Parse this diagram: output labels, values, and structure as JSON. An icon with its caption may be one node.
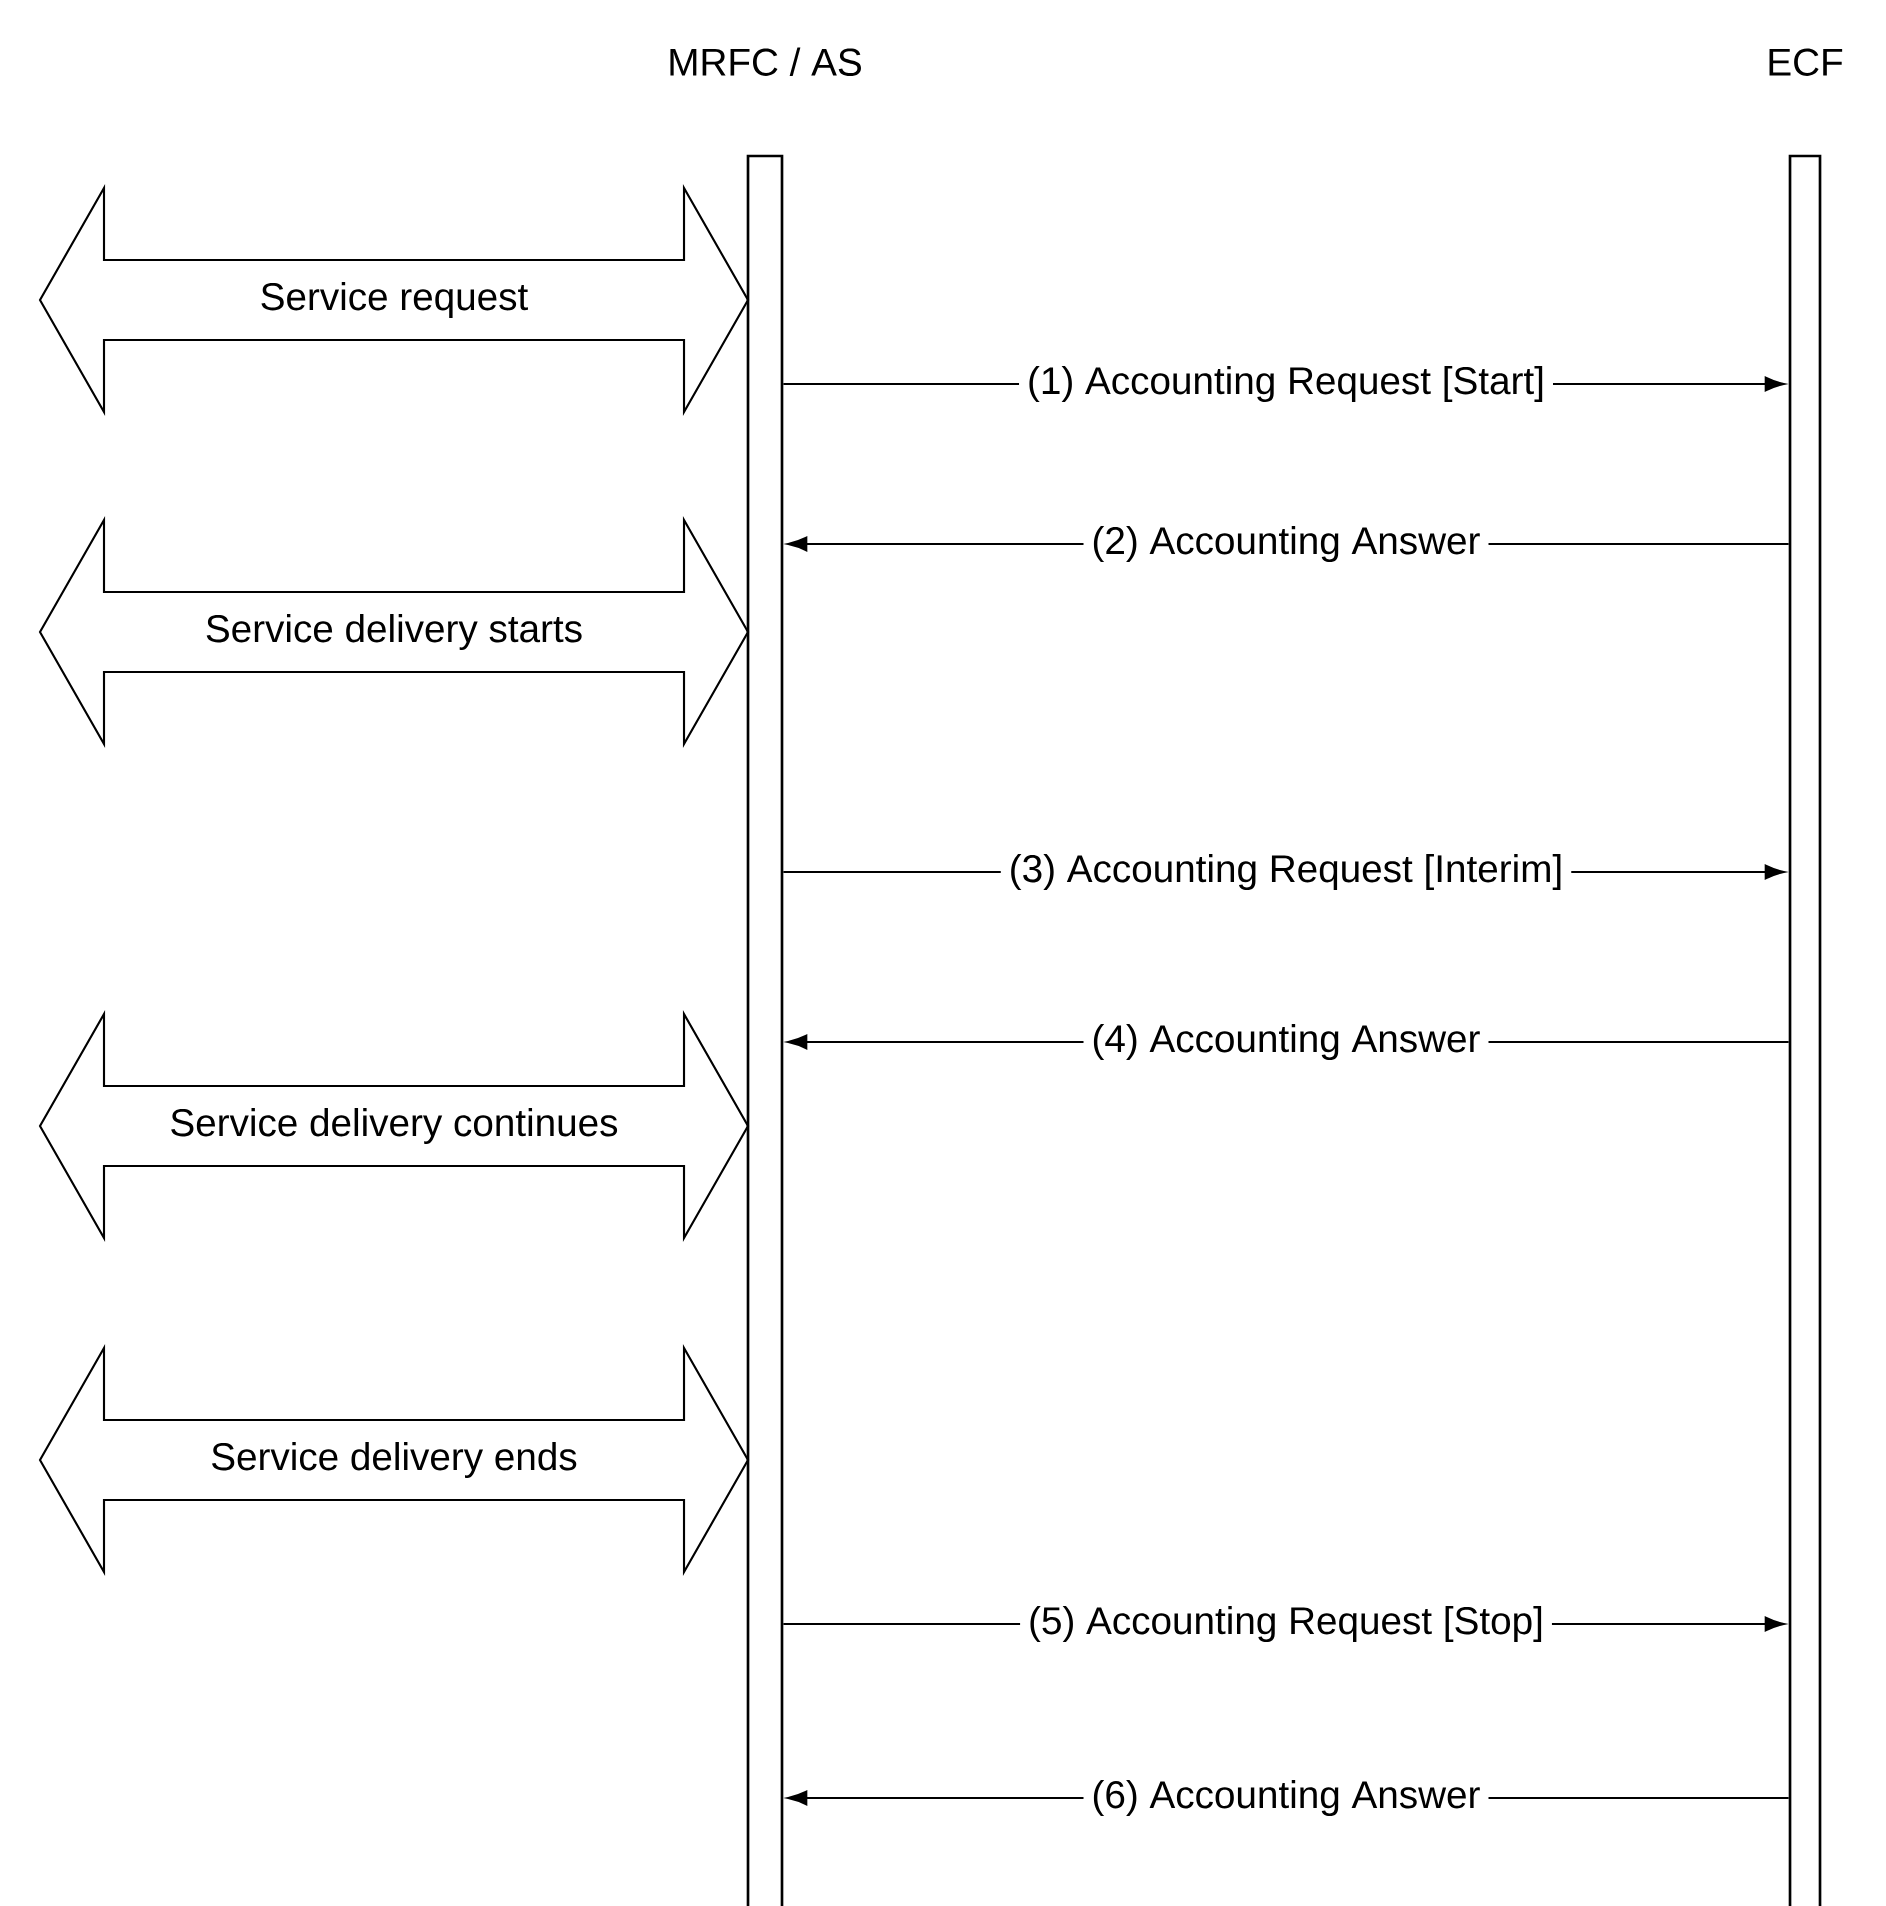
{
  "diagram": {
    "nodes": [
      {
        "text": [
          "MRFC / AS"
        ]
      },
      {
        "text": [
          "ECF"
        ]
      },
      {
        "text": [
          "Service request"
        ]
      },
      {
        "text": [
          "Service delivery starts"
        ]
      },
      {
        "text": [
          "Service delivery continues"
        ]
      },
      {
        "text": [
          "Service delivery ends"
        ]
      }
    ],
    "edges": [
      {
        "from": 0,
        "to": 1,
        "arrow": "to",
        "label": "(1) Accounting Request [Start]"
      },
      {
        "from": 1,
        "to": 0,
        "arrow": "to",
        "label": "(2) Accounting Answer"
      },
      {
        "from": 0,
        "to": 1,
        "arrow": "to",
        "label": "(3) Accounting Request [Interim]"
      },
      {
        "from": 1,
        "to": 0,
        "arrow": "to",
        "label": "(4) Accounting Answer"
      },
      {
        "from": 0,
        "to": 1,
        "arrow": "to",
        "label": "(5) Accounting Request [Stop]"
      },
      {
        "from": 1,
        "to": 0,
        "arrow": "to",
        "label": "(6) Accounting Answer"
      }
    ]
  }
}
